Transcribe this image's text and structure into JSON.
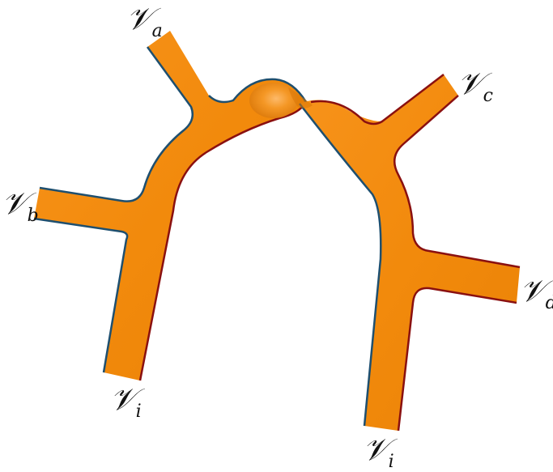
{
  "diagram": {
    "colors": {
      "pipe_fill": "#f28a0c",
      "pipe_highlight": "#ffb45a",
      "pipe_shadow": "#c86a00",
      "edge_blue": "#1e4f6f",
      "edge_red": "#8a1010",
      "label_color": "#111111"
    },
    "labels": [
      {
        "id": "a",
        "symbol": "𝒱",
        "sub": "a"
      },
      {
        "id": "b",
        "symbol": "𝒱",
        "sub": "b"
      },
      {
        "id": "c",
        "symbol": "𝒱",
        "sub": "c"
      },
      {
        "id": "d",
        "symbol": "𝒱",
        "sub": "d"
      },
      {
        "id": "i_left",
        "symbol": "𝒱",
        "sub": "i"
      },
      {
        "id": "i_right",
        "symbol": "𝒱",
        "sub": "i"
      }
    ]
  }
}
